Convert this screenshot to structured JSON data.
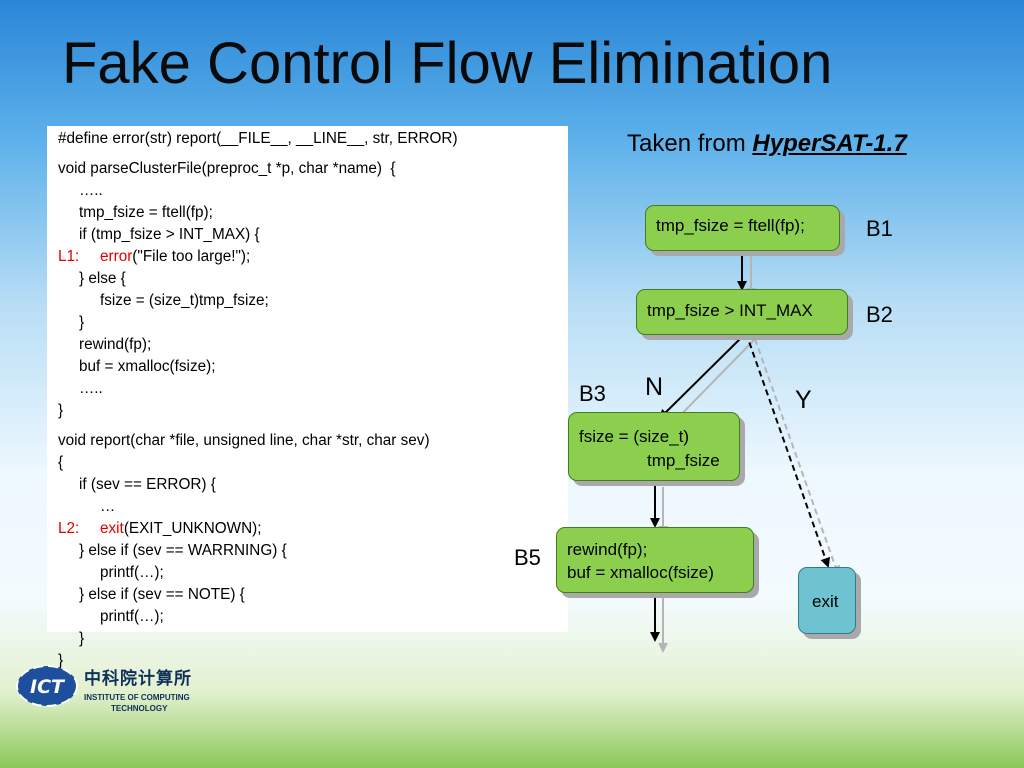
{
  "slide": {
    "title": "Fake Control Flow Elimination",
    "credit_prefix": "Taken from ",
    "credit_source": "HyperSAT-1.7"
  },
  "code_lines": [
    {
      "label": "",
      "indent": 0,
      "pre": "#define error(str) report(__FILE__, __LINE__, str, ERROR)",
      "call": "",
      "post": "",
      "gap_after": true
    },
    {
      "label": "",
      "indent": 0,
      "pre": "void parseClusterFile(preproc_t *p, char *name)  {",
      "call": "",
      "post": "",
      "gap_after": false
    },
    {
      "label": "",
      "indent": 1,
      "pre": "…..",
      "call": "",
      "post": "",
      "gap_after": false
    },
    {
      "label": "",
      "indent": 1,
      "pre": "tmp_fsize = ftell(fp);",
      "call": "",
      "post": "",
      "gap_after": false
    },
    {
      "label": "",
      "indent": 1,
      "pre": "if (tmp_fsize > INT_MAX) {",
      "call": "",
      "post": "",
      "gap_after": false
    },
    {
      "label": "L1:",
      "indent": 0,
      "pre": "",
      "call": "error",
      "post": "(\"File too large!\");",
      "gap_after": false
    },
    {
      "label": "",
      "indent": 1,
      "pre": "} else {",
      "call": "",
      "post": "",
      "gap_after": false
    },
    {
      "label": "",
      "indent": 2,
      "pre": "fsize = (size_t)tmp_fsize;",
      "call": "",
      "post": "",
      "gap_after": false
    },
    {
      "label": "",
      "indent": 1,
      "pre": "}",
      "call": "",
      "post": "",
      "gap_after": false
    },
    {
      "label": "",
      "indent": 1,
      "pre": "rewind(fp);",
      "call": "",
      "post": "",
      "gap_after": false
    },
    {
      "label": "",
      "indent": 1,
      "pre": "buf = xmalloc(fsize);",
      "call": "",
      "post": "",
      "gap_after": false
    },
    {
      "label": "",
      "indent": 1,
      "pre": "…..",
      "call": "",
      "post": "",
      "gap_after": false
    },
    {
      "label": "",
      "indent": 0,
      "pre": "}",
      "call": "",
      "post": "",
      "gap_after": true
    },
    {
      "label": "",
      "indent": 0,
      "pre": "void report(char *file, unsigned line, char *str, char sev)",
      "call": "",
      "post": "",
      "gap_after": false
    },
    {
      "label": "",
      "indent": 0,
      "pre": "{",
      "call": "",
      "post": "",
      "gap_after": false
    },
    {
      "label": "",
      "indent": 1,
      "pre": "if (sev == ERROR) {",
      "call": "",
      "post": "",
      "gap_after": false
    },
    {
      "label": "",
      "indent": 2,
      "pre": "…",
      "call": "",
      "post": "",
      "gap_after": false
    },
    {
      "label": "L2:",
      "indent": 0,
      "pre": "",
      "call": "exit",
      "post": "(EXIT_UNKNOWN);",
      "gap_after": false
    },
    {
      "label": "",
      "indent": 1,
      "pre": "} else if (sev == WARRNING) {",
      "call": "",
      "post": "",
      "gap_after": false
    },
    {
      "label": "",
      "indent": 2,
      "pre": "printf(…);",
      "call": "",
      "post": "",
      "gap_after": false
    },
    {
      "label": "",
      "indent": 1,
      "pre": "} else if (sev == NOTE) {",
      "call": "",
      "post": "",
      "gap_after": false
    },
    {
      "label": "",
      "indent": 2,
      "pre": "printf(…);",
      "call": "",
      "post": "",
      "gap_after": false
    },
    {
      "label": "",
      "indent": 1,
      "pre": "}",
      "call": "",
      "post": "",
      "gap_after": false
    },
    {
      "label": "",
      "indent": 0,
      "pre": "}",
      "call": "",
      "post": "",
      "gap_after": false
    }
  ],
  "diagram": {
    "nodes": {
      "b1": {
        "line1": "tmp_fsize = ftell(fp);",
        "line2": ""
      },
      "b2": {
        "line1": "tmp_fsize > INT_MAX",
        "line2": ""
      },
      "b3": {
        "line1": "fsize = (size_t)",
        "line2": "tmp_fsize"
      },
      "b5": {
        "line1": "rewind(fp);",
        "line2": "buf = xmalloc(fsize)"
      },
      "exit": {
        "line1": "exit",
        "line2": ""
      }
    },
    "labels": {
      "b1": "B1",
      "b2": "B2",
      "b3": "B3",
      "b5": "B5",
      "n": "N",
      "y": "Y"
    }
  },
  "logo": {
    "chinese": "中科院计算所",
    "line1": "INSTITUTE OF COMPUTING",
    "line2": "TECHNOLOGY",
    "emblem": "ICT"
  },
  "colors": {
    "block_fill": "#8ccf4e",
    "exit_fill": "#6fc3d0",
    "label_red": "#e00000"
  }
}
